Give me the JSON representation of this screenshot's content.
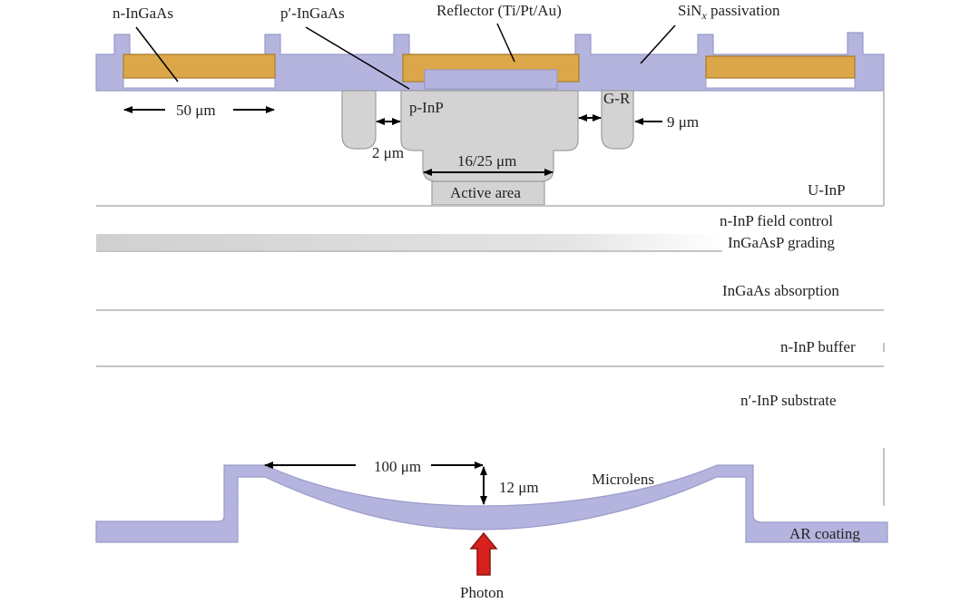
{
  "colors": {
    "passivation": "#b4b4de",
    "passivation_stroke": "#9a9acb",
    "contact_metal": "#dba748",
    "contact_stroke": "#a87c2a",
    "implant": "#d3d3d3",
    "implant_stroke": "#9d9d9d",
    "layer_line": "#c4c4c4",
    "arrow": "#000000",
    "photon_arrow": "#d8211c",
    "photon_arrow_stroke": "#8a1410"
  },
  "labels": {
    "n_ingaas": "n-InGaAs",
    "p_ingaas": "p′-InGaAs",
    "reflector": "Reflector (Ti/Pt/Au)",
    "passivation_main": "SiN",
    "passivation_sub": "x",
    "passivation_rest": " passivation",
    "dim_50": "50 μm",
    "p_inp": "p-InP",
    "g_r": "G-R",
    "dim_9": "9 μm",
    "dim_2": "2 μm",
    "dim_16_25": "16/25 μm",
    "active_area": "Active area",
    "u_inp": "U-InP",
    "n_inp_field": "n-InP field control",
    "ingaasp_grading": "InGaAsP grading",
    "ingaas_absorption": "InGaAs absorption",
    "n_inp_buffer": "n-InP buffer",
    "n_inp_substrate": "n′-InP substrate",
    "dim_100": "100 μm",
    "dim_12": "12 μm",
    "microlens": "Microlens",
    "ar_coating": "AR coating",
    "photon": "Photon"
  }
}
